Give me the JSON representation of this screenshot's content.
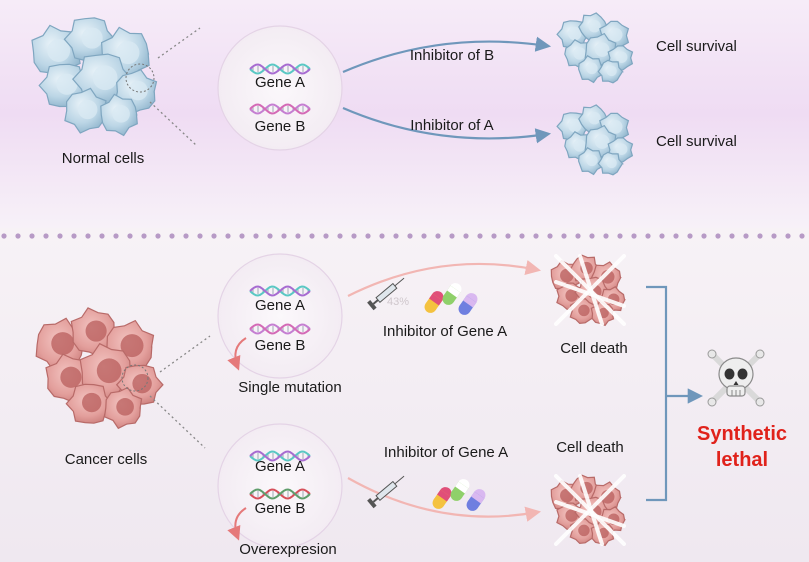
{
  "colors": {
    "normal_bg": "#f1e3f5",
    "cancer_bg": "#f4eef3",
    "divider": "#b79ac6",
    "normal_cell": "#bcd6e6",
    "normal_cell_edge": "#7fa6c0",
    "cancer_cell": "#e7a3a0",
    "cancer_cell_edge": "#b86a68",
    "blue_arrow": "#6f97bb",
    "pink_arrow": "#f2b6b3",
    "mutation_arrow": "#e5797a",
    "synthetic_lethal": "#e0221b"
  },
  "normal": {
    "label": "Normal cells",
    "gene_a": "Gene A",
    "gene_b": "Gene B",
    "path_top": {
      "inhibitor": "Inhibitor of B",
      "outcome": "Cell survival"
    },
    "path_bottom": {
      "inhibitor": "Inhibitor of A",
      "outcome": "Cell survival"
    }
  },
  "cancer": {
    "label": "Cancer cells",
    "case_top": {
      "gene_a": "Gene A",
      "gene_b": "Gene B",
      "condition": "Single mutation",
      "inhibitor": "Inhibitor of Gene A",
      "outcome": "Cell death"
    },
    "case_bottom": {
      "gene_a": "Gene A",
      "gene_b": "Gene B",
      "condition": "Overexpresion",
      "inhibitor": "Inhibitor of Gene A",
      "outcome": "Cell death"
    }
  },
  "result": {
    "line1": "Synthetic",
    "line2": "lethal",
    "icon": "skull-crossbones-icon"
  },
  "watermark": "43%"
}
